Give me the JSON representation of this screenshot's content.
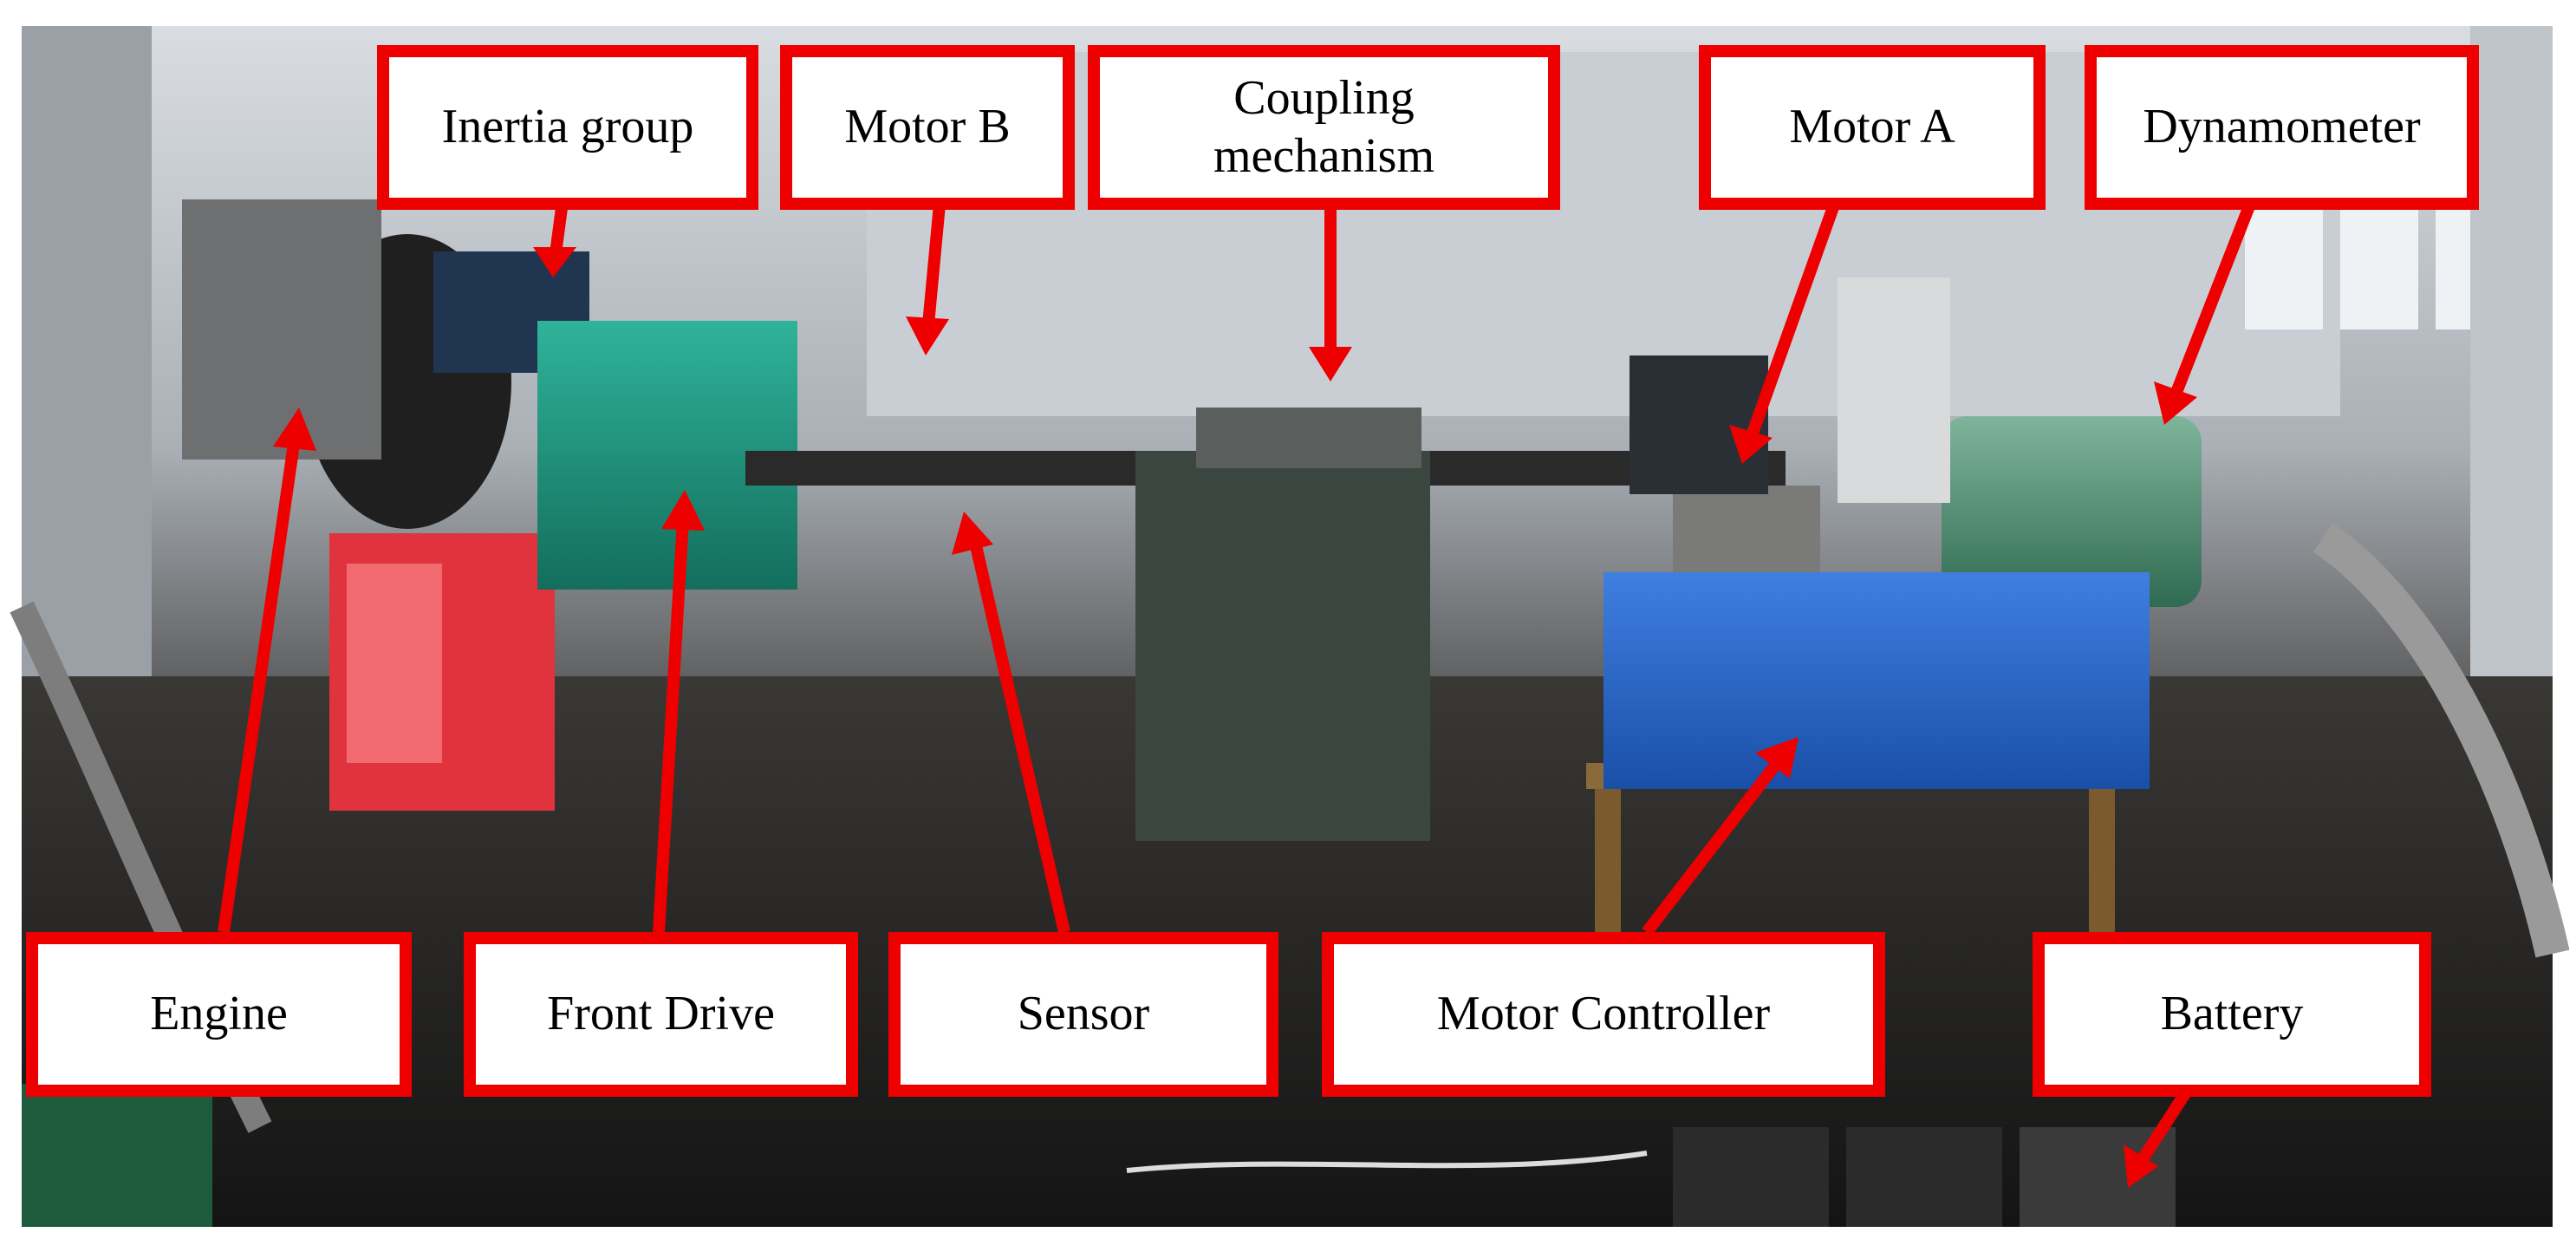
{
  "figure": {
    "description_colors": {
      "label_border": "#ee0000",
      "label_fill": "#ffffff",
      "arrow": "#ee0000"
    },
    "labels": {
      "inertia_group": "Inertia group",
      "motor_b": "Motor B",
      "coupling_mechanism_line1": "Coupling",
      "coupling_mechanism_line2": "mechanism",
      "motor_a": "Motor A",
      "dynamometer": "Dynamometer",
      "engine": "Engine",
      "front_drive": "Front Drive",
      "sensor": "Sensor",
      "motor_controller": "Motor Controller",
      "battery": "Battery"
    }
  }
}
